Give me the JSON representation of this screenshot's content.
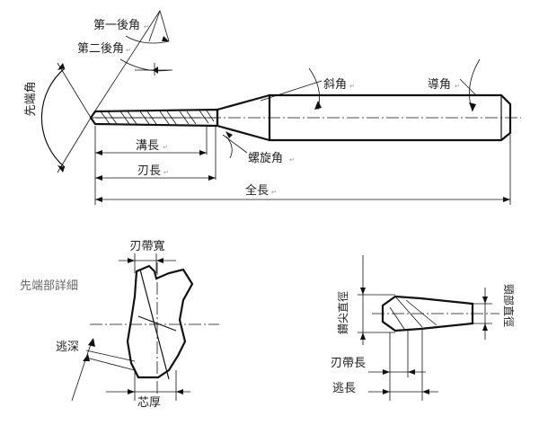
{
  "labels": {
    "first_clearance_angle": "第一後角",
    "second_clearance_angle": "第二後角",
    "point_angle": "先端角",
    "flute_length": "溝長",
    "cutting_length": "刃長",
    "overall_length": "全長",
    "helix_angle": "螺旋角",
    "taper_angle": "斜角",
    "chamfer_angle": "導角",
    "margin_width": "刃帶寬",
    "tip_detail": "先端部詳細",
    "relief_depth": "逃深",
    "web_thickness": "芯厚",
    "tip_diameter": "鑽尖直徑",
    "neck_diameter": "頸部直徑",
    "margin_length": "刃帶長",
    "relief_length": "逃長"
  },
  "marks": {
    "tick": "↵"
  }
}
